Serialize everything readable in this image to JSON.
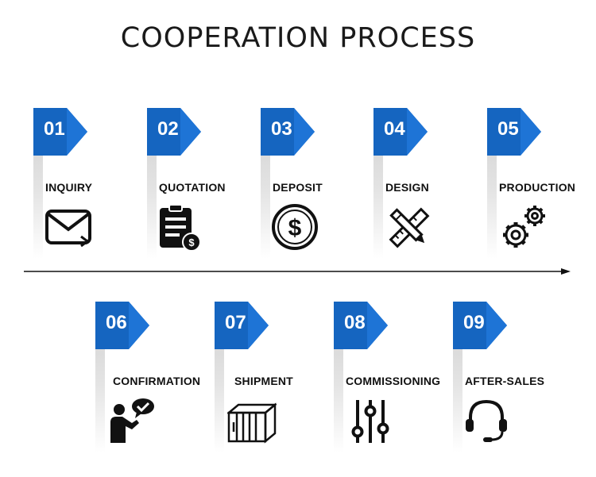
{
  "title": "COOPERATION PROCESS",
  "colors": {
    "badge": "#1565c0",
    "badge_shadow": "#0d3f7a",
    "icon": "#111111"
  },
  "steps": [
    {
      "num": "01",
      "label": "INQUIRY",
      "icon": "envelope-icon"
    },
    {
      "num": "02",
      "label": "QUOTATION",
      "icon": "clipboard-dollar-icon"
    },
    {
      "num": "03",
      "label": "DEPOSIT",
      "icon": "dollar-coin-icon"
    },
    {
      "num": "04",
      "label": "DESIGN",
      "icon": "pencil-ruler-icon"
    },
    {
      "num": "05",
      "label": "PRODUCTION",
      "icon": "gears-icon"
    },
    {
      "num": "06",
      "label": "CONFIRMATION",
      "icon": "person-check-icon"
    },
    {
      "num": "07",
      "label": "SHIPMENT",
      "icon": "container-icon"
    },
    {
      "num": "08",
      "label": "COMMISSIONING",
      "icon": "sliders-icon"
    },
    {
      "num": "09",
      "label": "AFTER-SALES",
      "icon": "headset-icon"
    }
  ]
}
